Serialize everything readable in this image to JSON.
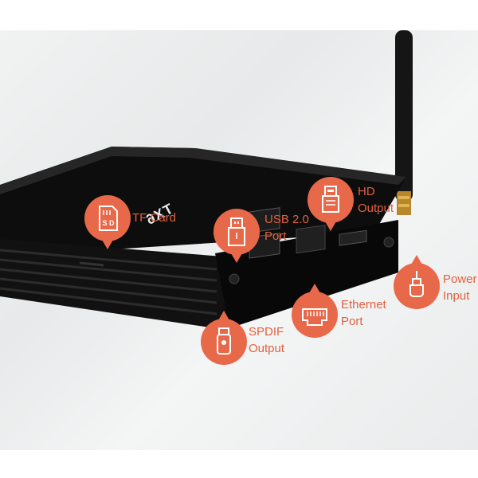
{
  "product": {
    "logo_text": "TX6"
  },
  "colors": {
    "accent": "#e8694a",
    "label": "#e2603f",
    "device": "#141414",
    "background": "#eceeee"
  },
  "callouts": {
    "tf_card": {
      "label": "TF Card",
      "icon": "sd-card-icon"
    },
    "usb": {
      "label_line1": "USB 2.0",
      "label_line2": "Port",
      "icon": "usb-icon"
    },
    "hd": {
      "label_line1": "HD",
      "label_line2": "Output",
      "icon": "hdmi-icon"
    },
    "ethernet": {
      "label_line1": "Ethernet",
      "label_line2": "Port",
      "icon": "ethernet-icon"
    },
    "spdif": {
      "label_line1": "SPDIF",
      "label_line2": "Output",
      "icon": "spdif-icon"
    },
    "power": {
      "label_line1": "Power",
      "label_line2": "Input",
      "icon": "power-plug-icon"
    }
  }
}
